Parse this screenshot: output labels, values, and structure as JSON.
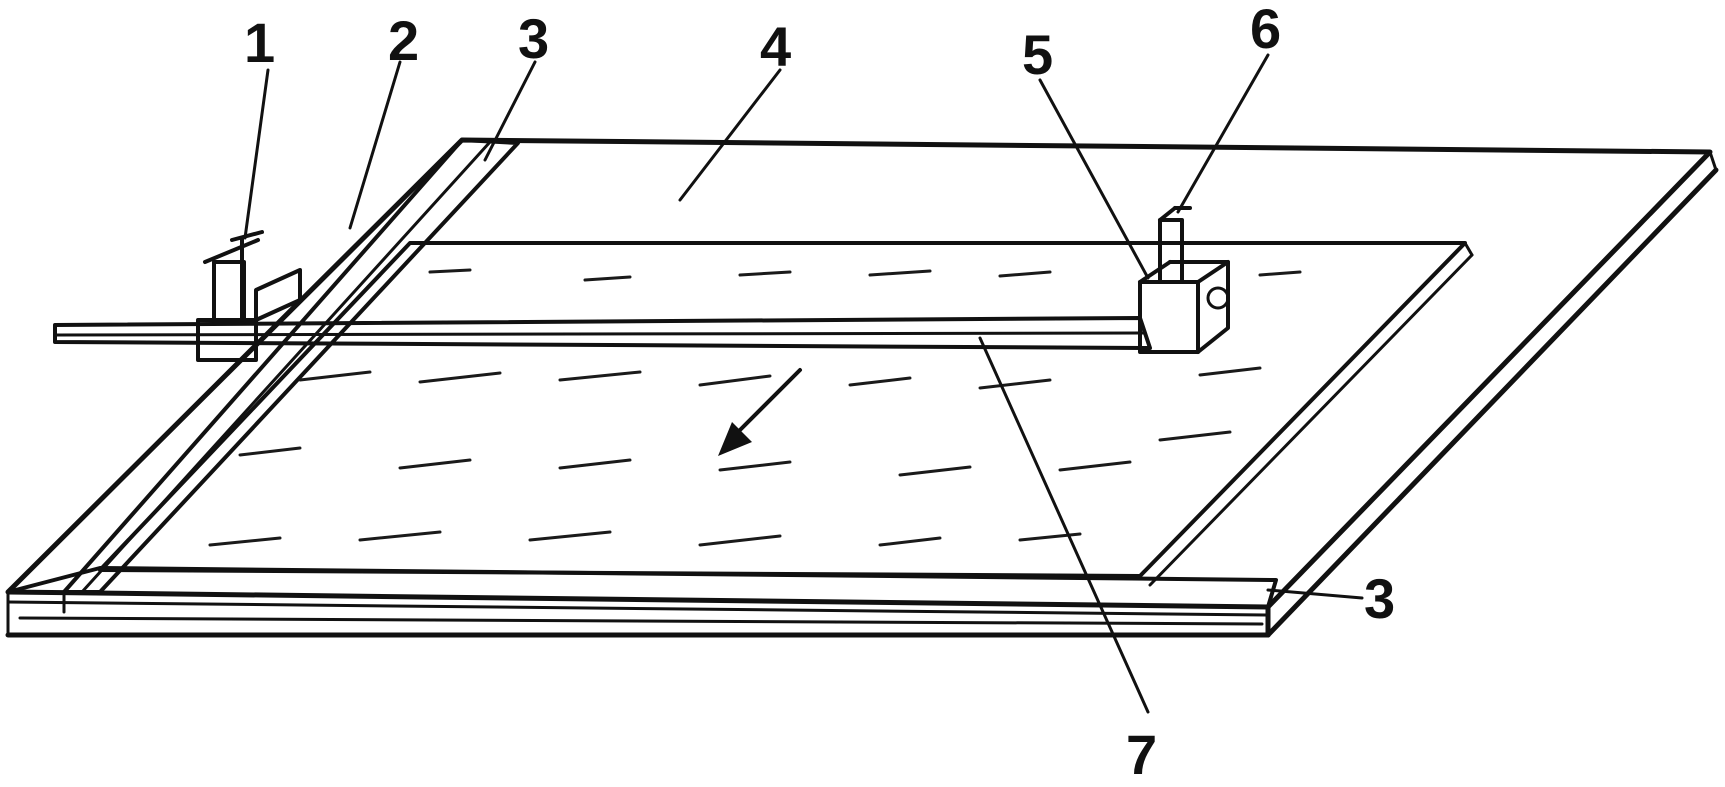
{
  "callouts": [
    {
      "id": "1",
      "text": "1"
    },
    {
      "id": "2",
      "text": "2"
    },
    {
      "id": "3a",
      "text": "3"
    },
    {
      "id": "4",
      "text": "4"
    },
    {
      "id": "5",
      "text": "5"
    },
    {
      "id": "6",
      "text": "6"
    },
    {
      "id": "3b",
      "text": "3"
    },
    {
      "id": "7",
      "text": "7"
    }
  ],
  "colors": {
    "ink": "#111111",
    "background": "#ffffff"
  }
}
